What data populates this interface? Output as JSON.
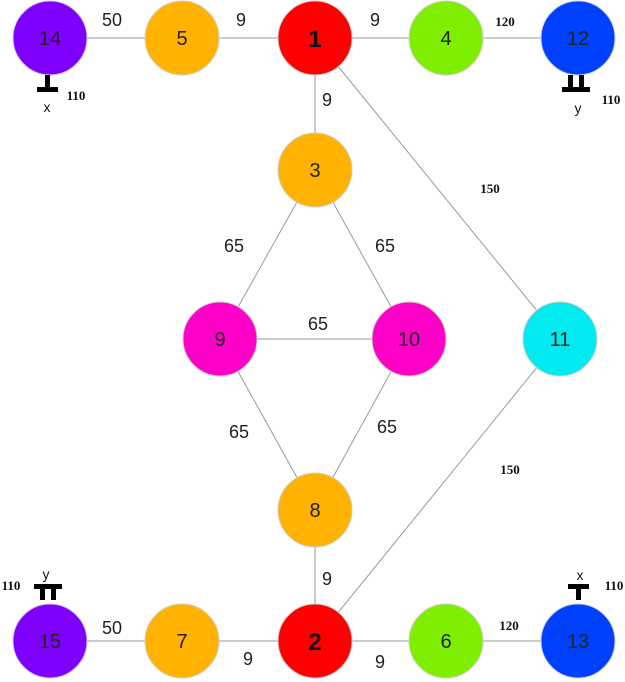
{
  "colors": {
    "purple": "#8000ff",
    "orange": "#ffb300",
    "red": "#ff0000",
    "green": "#80ee00",
    "blue": "#0040ff",
    "magenta": "#ff00c8",
    "cyan": "#00eaf0",
    "edge": "#9a9a9a"
  },
  "nodes": [
    {
      "id": "14",
      "label": "14",
      "color": "purple"
    },
    {
      "id": "5",
      "label": "5",
      "color": "orange"
    },
    {
      "id": "1",
      "label": "1",
      "color": "red",
      "bold": true
    },
    {
      "id": "4",
      "label": "4",
      "color": "green"
    },
    {
      "id": "12",
      "label": "12",
      "color": "blue"
    },
    {
      "id": "3",
      "label": "3",
      "color": "orange"
    },
    {
      "id": "9",
      "label": "9",
      "color": "magenta"
    },
    {
      "id": "10",
      "label": "10",
      "color": "magenta"
    },
    {
      "id": "11",
      "label": "11",
      "color": "cyan"
    },
    {
      "id": "8",
      "label": "8",
      "color": "orange"
    },
    {
      "id": "15",
      "label": "15",
      "color": "purple"
    },
    {
      "id": "7",
      "label": "7",
      "color": "orange"
    },
    {
      "id": "2",
      "label": "2",
      "color": "red",
      "bold": true
    },
    {
      "id": "6",
      "label": "6",
      "color": "green"
    },
    {
      "id": "13",
      "label": "13",
      "color": "blue"
    }
  ],
  "edges": [
    {
      "from": "14",
      "to": "5",
      "weight": "50"
    },
    {
      "from": "5",
      "to": "1",
      "weight": "9"
    },
    {
      "from": "1",
      "to": "4",
      "weight": "9"
    },
    {
      "from": "4",
      "to": "12",
      "weight": "120"
    },
    {
      "from": "1",
      "to": "3",
      "weight": "9"
    },
    {
      "from": "1",
      "to": "11",
      "weight": "150"
    },
    {
      "from": "3",
      "to": "9",
      "weight": "65"
    },
    {
      "from": "3",
      "to": "10",
      "weight": "65"
    },
    {
      "from": "9",
      "to": "10",
      "weight": "65"
    },
    {
      "from": "9",
      "to": "8",
      "weight": "65"
    },
    {
      "from": "10",
      "to": "8",
      "weight": "65"
    },
    {
      "from": "8",
      "to": "2",
      "weight": "9"
    },
    {
      "from": "11",
      "to": "2",
      "weight": "150"
    },
    {
      "from": "15",
      "to": "7",
      "weight": "50"
    },
    {
      "from": "7",
      "to": "2",
      "weight": "9"
    },
    {
      "from": "2",
      "to": "6",
      "weight": "9"
    },
    {
      "from": "6",
      "to": "13",
      "weight": "120"
    }
  ],
  "symbols": [
    {
      "node": "14",
      "type": "single-T",
      "letter": "x",
      "weight": "110"
    },
    {
      "node": "12",
      "type": "double-T",
      "letter": "y",
      "weight": "110"
    },
    {
      "node": "15",
      "type": "double-T",
      "letter": "y",
      "weight": "110"
    },
    {
      "node": "13",
      "type": "single-T",
      "letter": "x",
      "weight": "110"
    }
  ]
}
